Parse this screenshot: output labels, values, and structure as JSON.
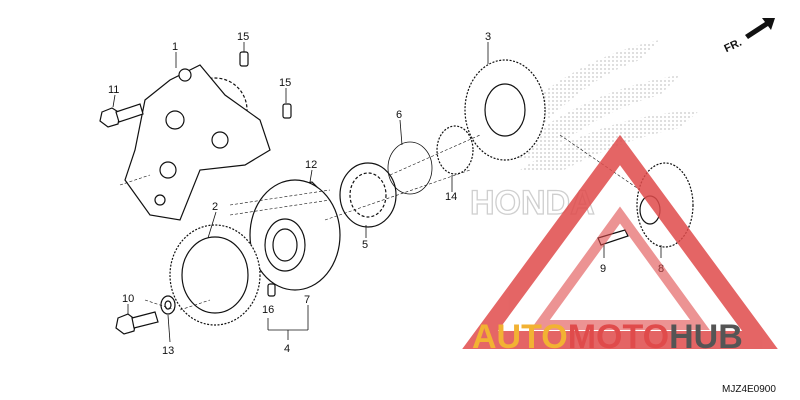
{
  "diagram": {
    "callouts": [
      "1",
      "2",
      "3",
      "4",
      "5",
      "6",
      "7",
      "8",
      "9",
      "10",
      "11",
      "12",
      "13",
      "14",
      "15",
      "15",
      "16"
    ],
    "direction_label": "FR.",
    "watermark_brand": "HONDA",
    "watermark_logo_text": {
      "part1": "AUTO",
      "part2": "MOTO",
      "part3": "HUB"
    },
    "diagram_code": "MJZ4E0900"
  },
  "colors": {
    "watermark_red": "#e04b4b",
    "watermark_orange": "#f2b233",
    "watermark_gray": "#555555",
    "wing_gray": "#d0d0d0"
  }
}
